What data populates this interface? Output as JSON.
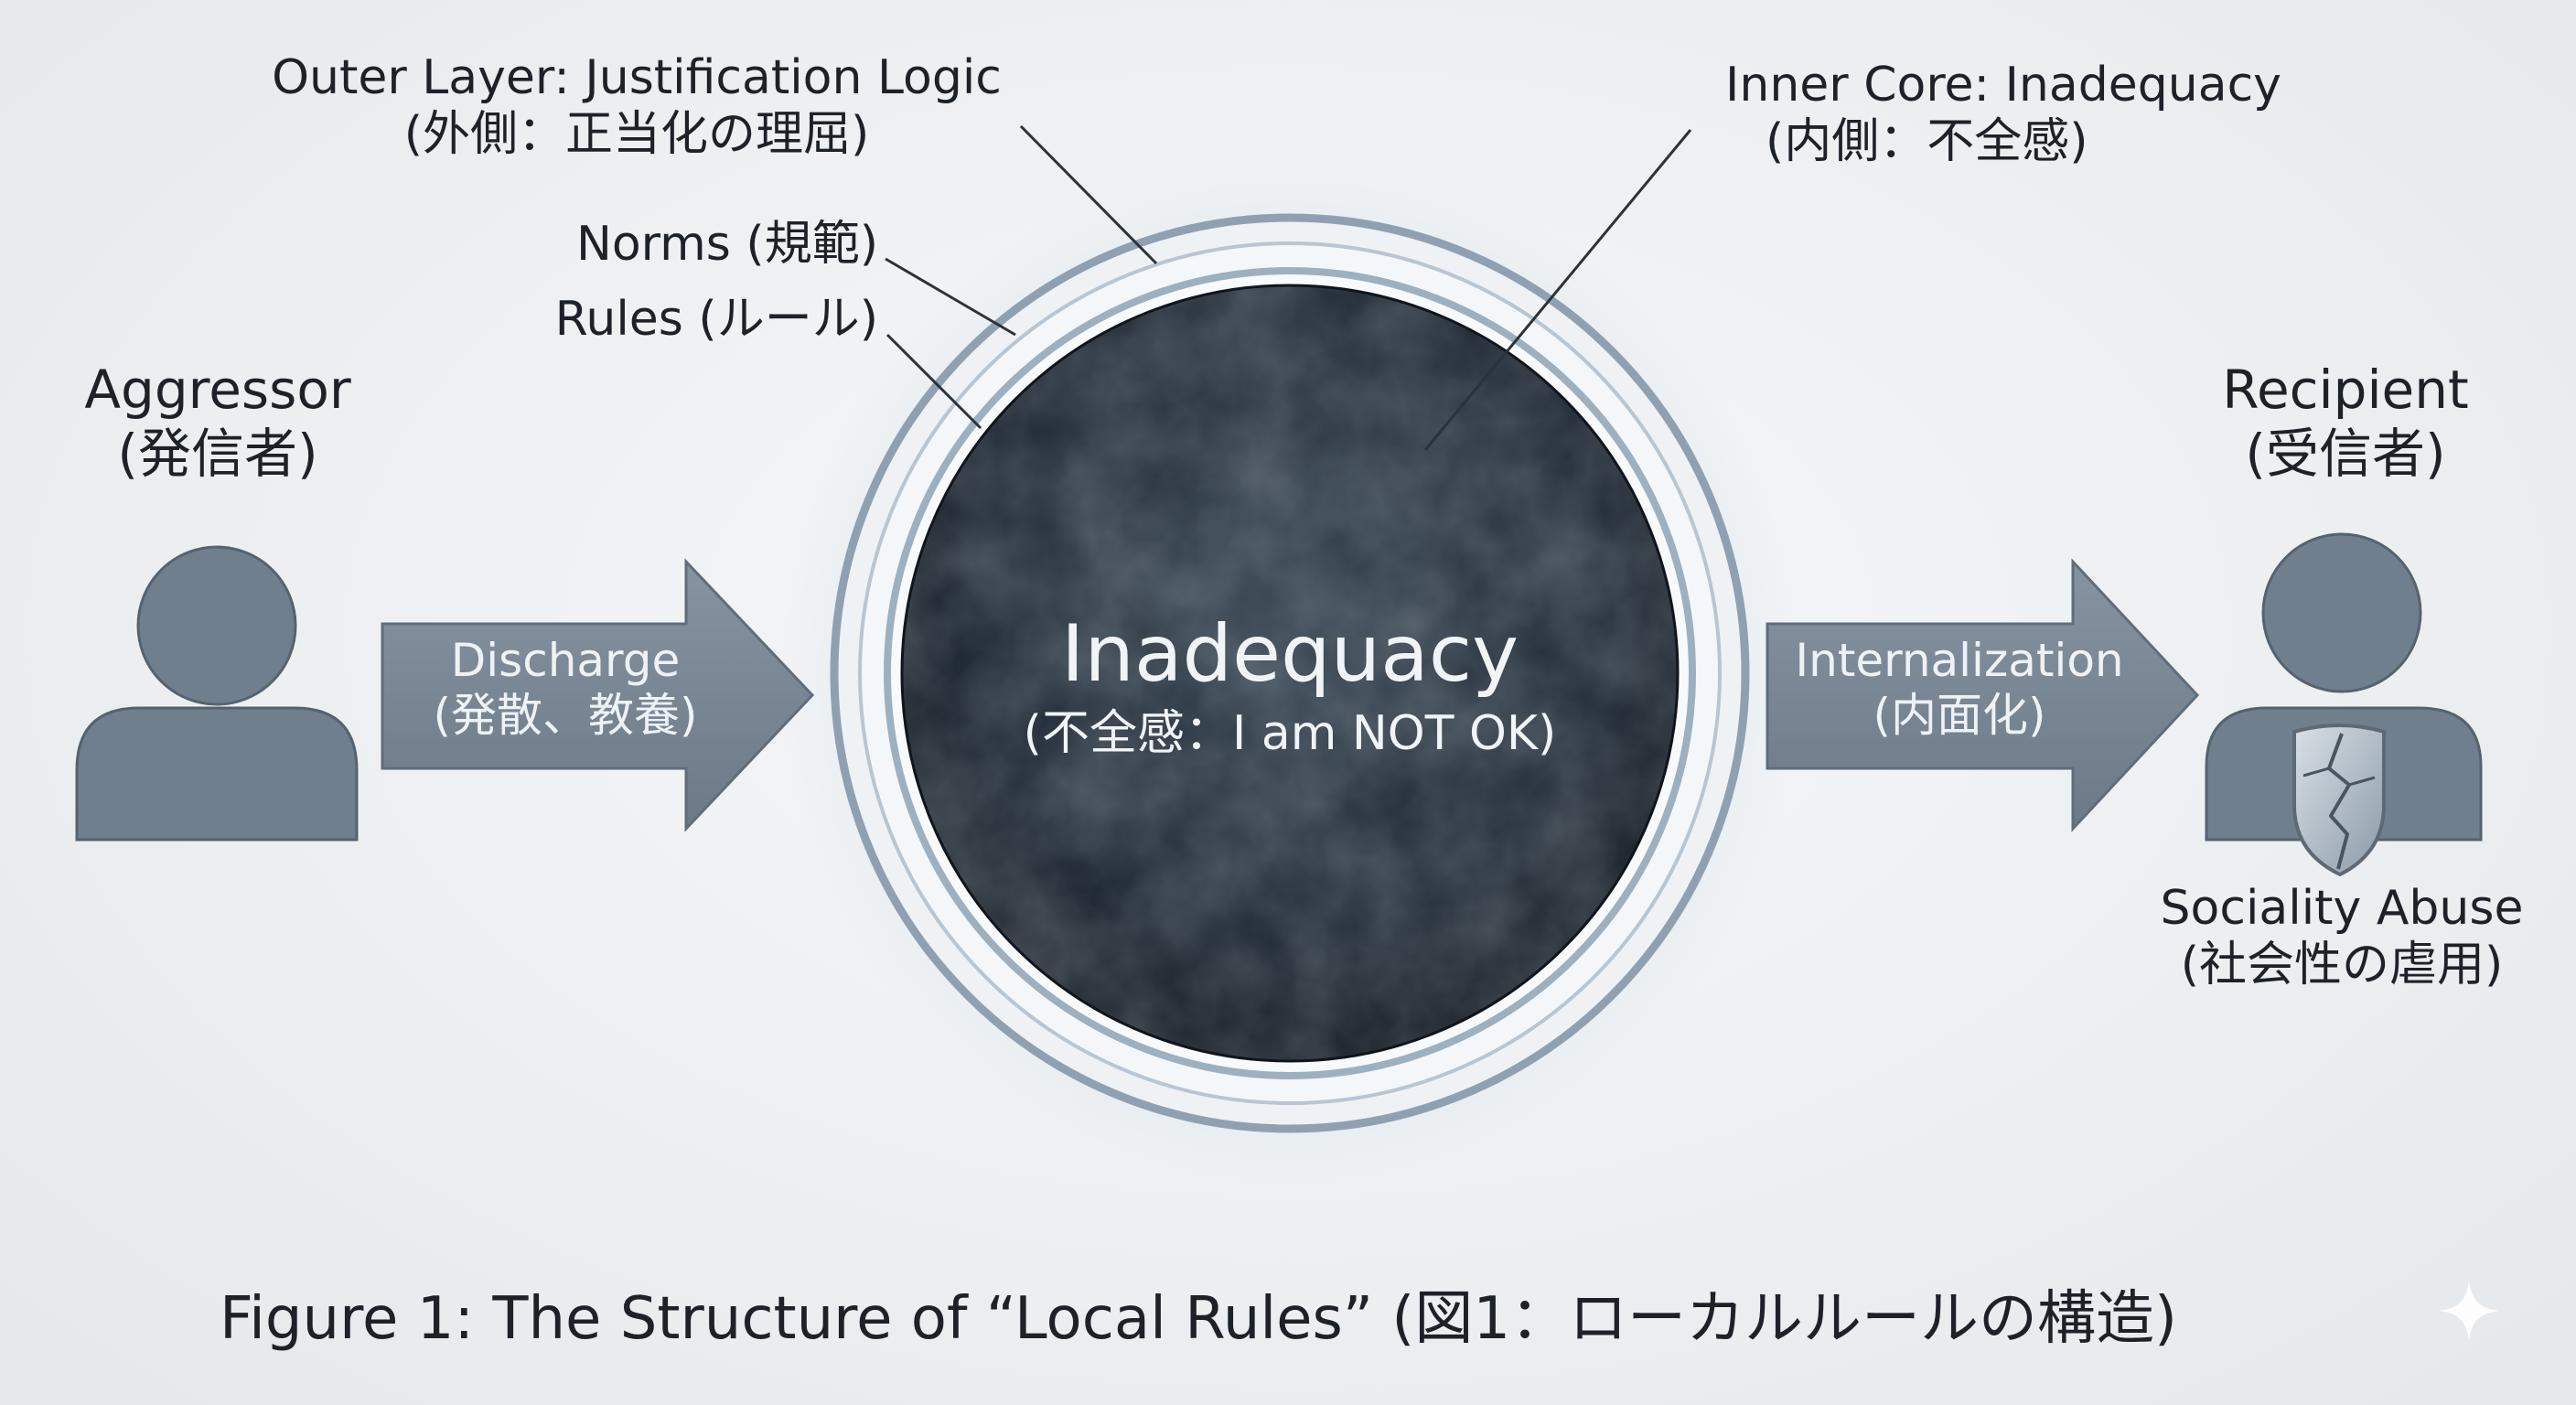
{
  "outer_layer": {
    "title": "Outer Layer: Justification Logic",
    "subtitle": "(外側：正当化の理屈)"
  },
  "inner_core": {
    "title": "Inner Core: Inadequacy",
    "subtitle": "(内側：不全感)"
  },
  "norms": "Norms (規範)",
  "rules": "Rules (ルール)",
  "aggressor": {
    "title": "Aggressor",
    "subtitle": "(発信者)"
  },
  "recipient": {
    "title": "Recipient",
    "subtitle": "(受信者)"
  },
  "discharge": {
    "title": "Discharge",
    "subtitle": "(発散、教養)"
  },
  "internalization": {
    "title": "Internalization",
    "subtitle": "(内面化)"
  },
  "core": {
    "title": "Inadequacy",
    "subtitle": "(不全感：I am NOT OK)"
  },
  "abuse": {
    "title": "Sociality Abuse",
    "subtitle": "(社会性の虐用)"
  },
  "caption": "Figure 1: The Structure of “Local Rules” (図1：ローカルルールの構造)",
  "icons": {
    "aggressor": "person-icon",
    "recipient": "person-icon",
    "shield": "cracked-shield-icon",
    "sparkle": "sparkle-icon"
  },
  "colors": {
    "background": "#eceff0",
    "figure": "#6f7f8e",
    "arrow": "#7a8896",
    "core": "#1b2530",
    "ring": "#8a9cad",
    "text": "#1c2228"
  }
}
